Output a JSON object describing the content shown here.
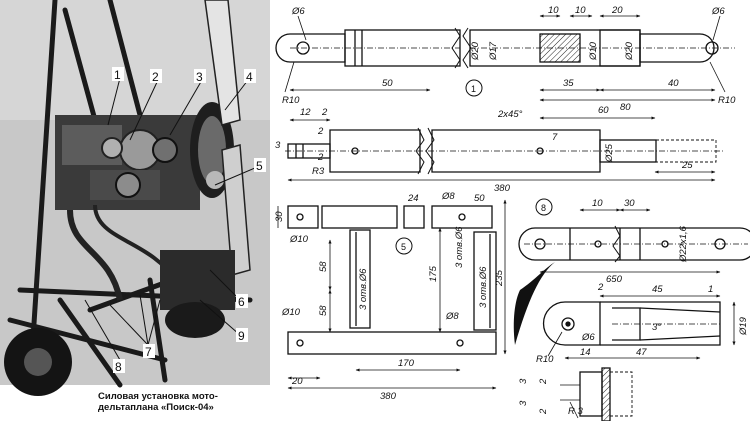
{
  "photo": {
    "callouts": [
      "1",
      "2",
      "3",
      "4",
      "5",
      "6",
      "7",
      "8",
      "9"
    ]
  },
  "caption": {
    "line1": "Силовая установка мото-",
    "line2": "дельтаплана «Поиск-04»"
  },
  "drawings": {
    "d1": {
      "label": "1",
      "dims": [
        "Ø6",
        "10",
        "10",
        "20",
        "Ø6",
        "Ø20",
        "Ø17",
        "Ø10",
        "Ø20",
        "50",
        "35",
        "40",
        "80",
        "R10",
        "R10"
      ]
    },
    "d2": {
      "dims": [
        "12",
        "2",
        "2x45°",
        "60",
        "3",
        "2",
        "2",
        "7",
        "Ø25",
        "R3",
        "25",
        "380"
      ]
    },
    "d3": {
      "label": "5",
      "dims": [
        "24",
        "Ø8",
        "50",
        "30",
        "Ø10",
        "3 отв.Ø6",
        "58",
        "58",
        "3 отв.Ø6",
        "175",
        "3 отв.Ø6",
        "235",
        "Ø10",
        "Ø8",
        "170",
        "20",
        "380"
      ]
    },
    "d4": {
      "label": "8",
      "dims": [
        "10",
        "30",
        "Ø22x1,6",
        "650"
      ]
    },
    "d5": {
      "dims": [
        "2",
        "45",
        "1",
        "Ø19",
        "3°",
        "Ø6",
        "R10",
        "14",
        "47"
      ]
    },
    "d6": {
      "dims": [
        "3",
        "2",
        "3",
        "2",
        "R 3"
      ]
    }
  }
}
